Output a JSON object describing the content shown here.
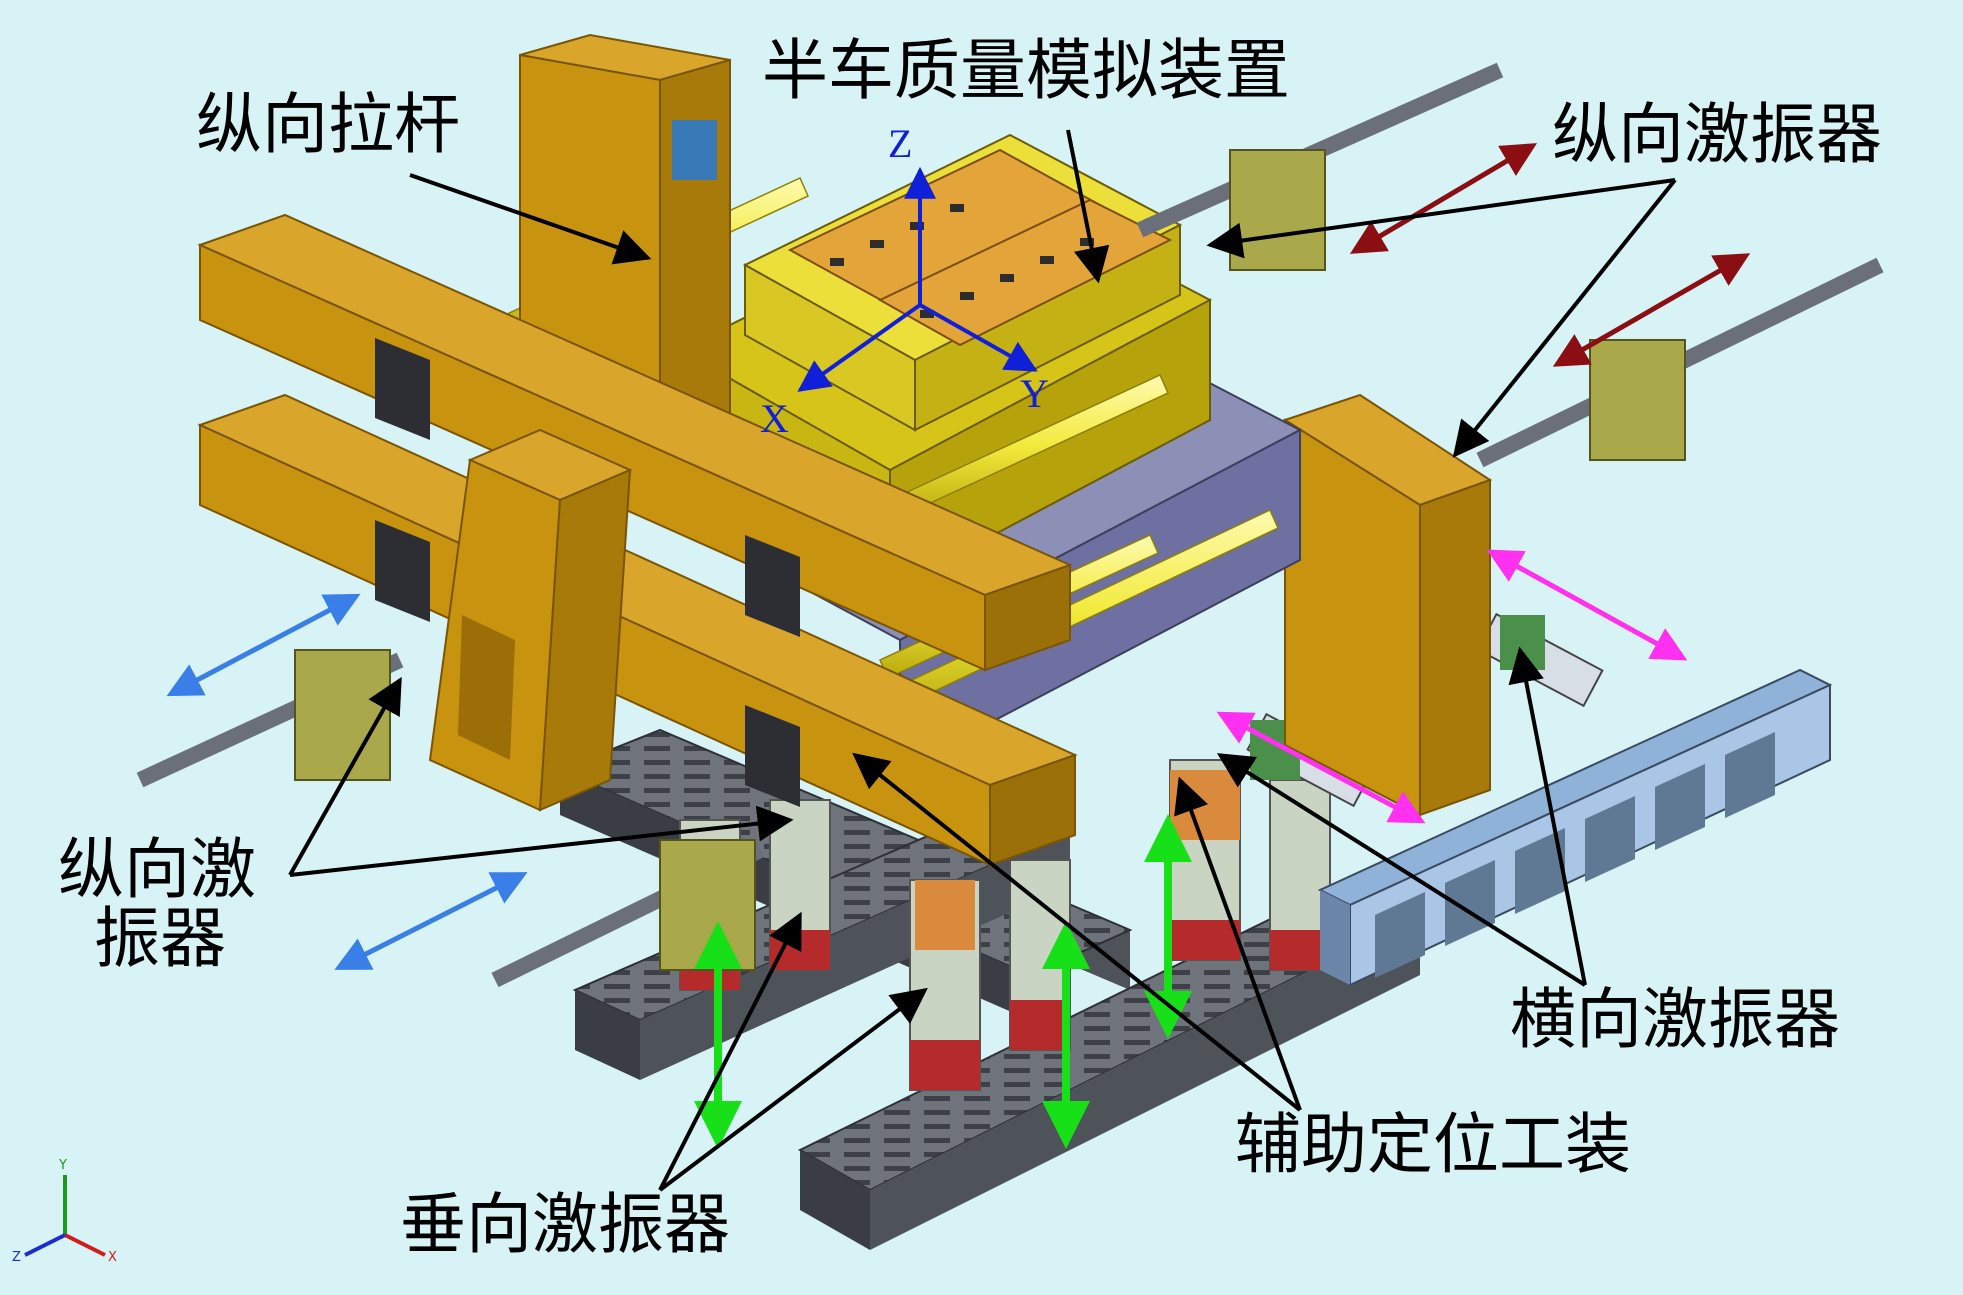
{
  "labels": {
    "longitudinal_rod": "纵向拉杆",
    "half_car_mass": "半车质量模拟装置",
    "longitudinal_exciter_right": "纵向激振器",
    "longitudinal_exciter_left_line1": "纵向激",
    "longitudinal_exciter_left_line2": "振器",
    "lateral_exciter": "横向激振器",
    "aux_positioning": "辅助定位工装",
    "vertical_exciter": "垂向激振器"
  },
  "vehicle_axes": {
    "z": "Z",
    "x": "X",
    "y": "Y"
  },
  "triad_axes": {
    "y": "Y",
    "x": "X",
    "z": "Z"
  },
  "colors": {
    "background": "#d8f3f5",
    "beam": "#c8930f",
    "beam_dark": "#8f6408",
    "mass_yellow": "#e6d21e",
    "rod_yellow": "#f2ea3a",
    "plate_gray": "#5a5e66",
    "axis_blue": "#1020d8",
    "arrow_blue": "#3a7fe8",
    "arrow_darkred": "#8b0e12",
    "arrow_magenta": "#ff30f0",
    "arrow_green": "#18e018"
  }
}
